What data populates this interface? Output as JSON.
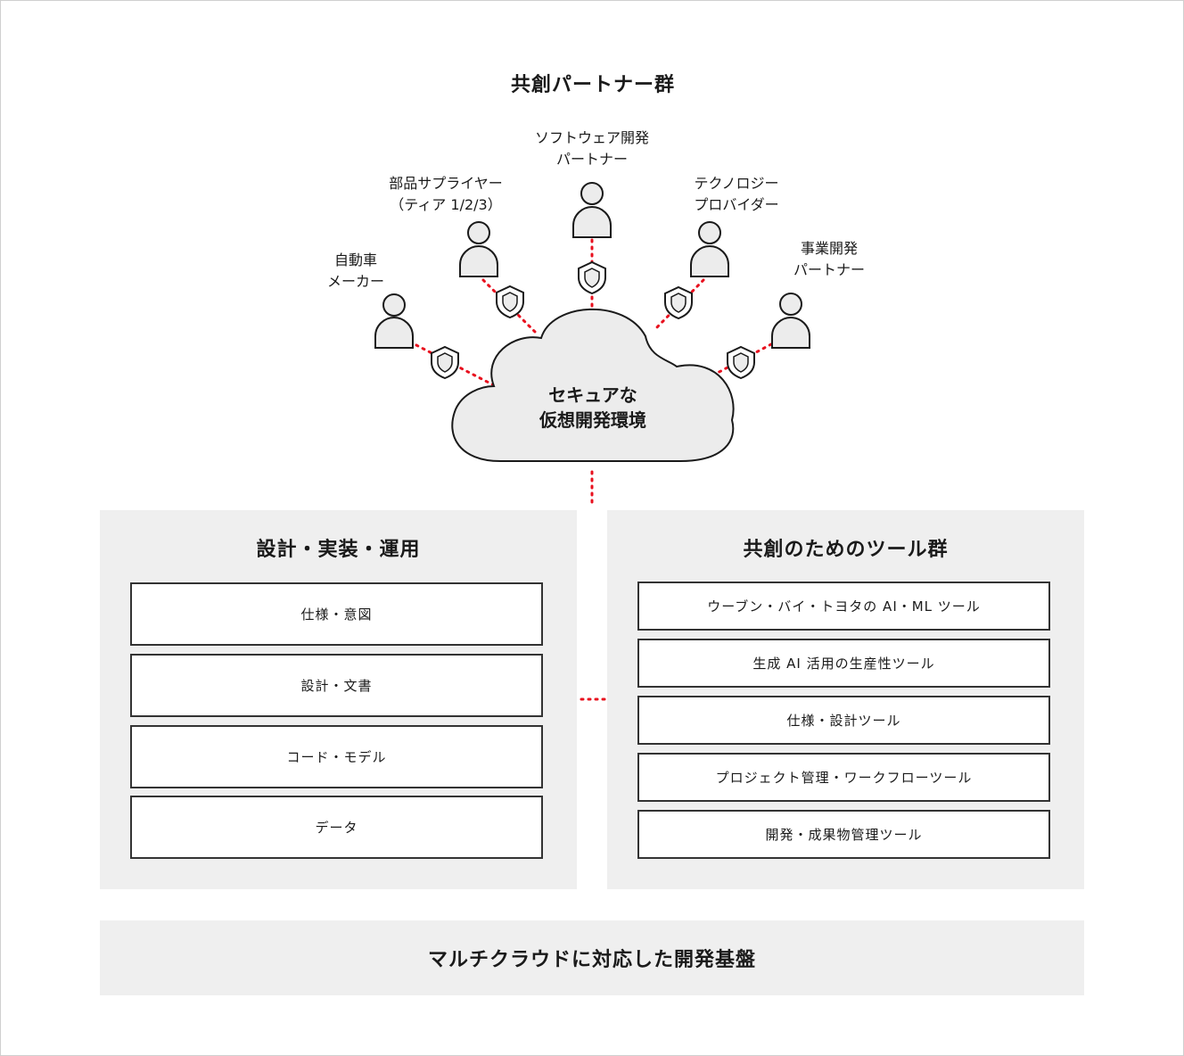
{
  "title": "共創パートナー群",
  "partners": [
    {
      "line1": "自動車",
      "line2": "メーカー"
    },
    {
      "line1": "部品サプライヤー",
      "line2": "（ティア 1/2/3）"
    },
    {
      "line1": "ソフトウェア開発",
      "line2": "パートナー"
    },
    {
      "line1": "テクノロジー",
      "line2": "プロバイダー"
    },
    {
      "line1": "事業開発",
      "line2": "パートナー"
    }
  ],
  "cloud": {
    "line1": "セキュアな",
    "line2": "仮想開発環境"
  },
  "left_panel": {
    "title": "設計・実装・運用",
    "items": [
      "仕様・意図",
      "設計・文書",
      "コード・モデル",
      "データ"
    ]
  },
  "right_panel": {
    "title": "共創のためのツール群",
    "items": [
      "ウーブン・バイ・トヨタの AI・ML ツール",
      "生成 AI 活用の生産性ツール",
      "仕様・設計ツール",
      "プロジェクト管理・ワークフローツール",
      "開発・成果物管理ツール"
    ]
  },
  "base": "マルチクラウドに対応した開発基盤",
  "colors": {
    "connector": "#e8101e",
    "panel_bg": "#efefef",
    "icon_fill": "#ececec",
    "stroke": "#1a1a1a"
  },
  "icons": {
    "person": "person-icon",
    "shield": "shield-icon",
    "cloud": "cloud-shape"
  }
}
